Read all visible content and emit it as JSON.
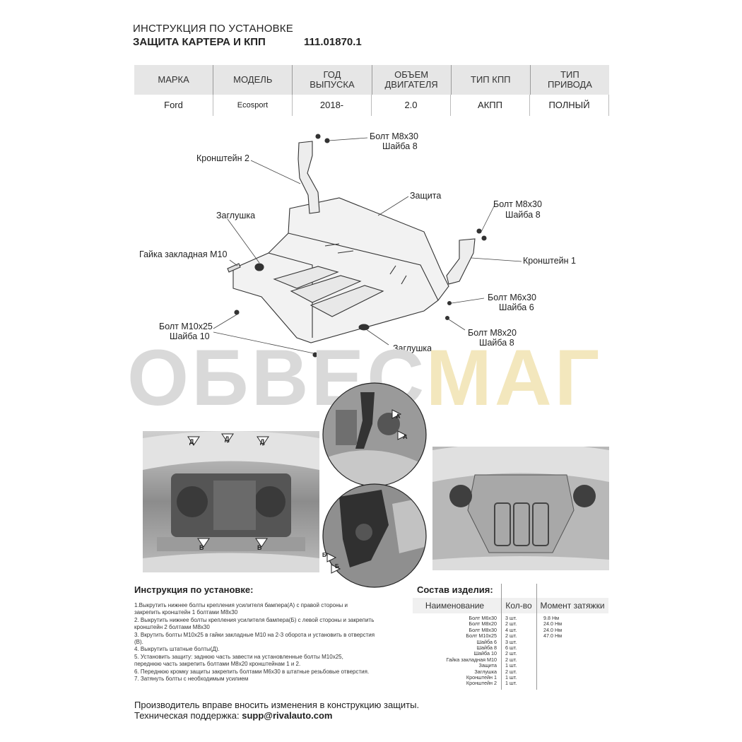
{
  "header": {
    "line1": "ИНСТРУКЦИЯ ПО УСТАНОВКЕ",
    "line2": "ЗАЩИТА КАРТЕРА И КПП",
    "code": "111.01870.1"
  },
  "spec_table": {
    "headers": [
      "МАРКА",
      "МОДЕЛЬ",
      "ГОД\nВЫПУСКА",
      "ОБЪЕМ\nДВИГАТЕЛЯ",
      "ТИП КПП",
      "ТИП\nПРИВОДА"
    ],
    "row": [
      "Ford",
      "Ecosport",
      "2018-",
      "2.0",
      "АКПП",
      "ПОЛНЫЙ"
    ]
  },
  "callouts": {
    "bolt_m8x30_top": "Болт М8х30",
    "washer_8_top": "Шайба 8",
    "bracket_2": "Кронштейн 2",
    "shield": "Защита",
    "plug_left": "Заглушка",
    "bolt_m8x30_right": "Болт М8х30",
    "washer_8_right": "Шайба 8",
    "nut_m10": "Гайка закладная М10",
    "bracket_1": "Кронштейн 1",
    "bolt_m6x30": "Болт М6х30",
    "washer_6": "Шайба 6",
    "bolt_m10x25": "Болт М10х25",
    "washer_10": "Шайба 10",
    "bolt_m8x20": "Болт М8х20",
    "washer_8_low": "Шайба 8",
    "plug_bottom": "Заглушка"
  },
  "photo_labels": {
    "d": "Д",
    "b": "В",
    "a": "А",
    "bb": "Б"
  },
  "instructions": {
    "title": "Инструкция по установке:",
    "steps": [
      "1.Выкрутить нижнее болты крепления усилителя бампера(А) с правой стороны и",
      "закрепить кронштейн 1 болтами М8х30",
      "2. Выкрутить нижнее болты крепления усилителя бампера(Б) с левой стороны и закрепить",
      "кронштейн 2 болтами М8х30",
      "3. Вкрутить болты М10х25 в гайки закладные М10 на 2-3 оборота и установить в отверстия",
      "(В).",
      "4. Выкрутить штатные болты(Д).",
      "5. Установить защиту: заднюю часть завести на установленные болты М10х25,",
      "переднюю часть закрепить болтами М8х20 кронштейнам 1 и 2.",
      "6. Переднюю кромку защиты закрепить болтами М6х30 в штатные резьбовые отверстия.",
      "7. Затянуть болты с необходимым усилием"
    ]
  },
  "composition": {
    "title": "Состав изделия:",
    "headers": [
      "Наименование",
      "Кол-во",
      "Момент затяжки"
    ],
    "rows": [
      [
        "Болт М6х30",
        "3 шт.",
        "9.8 Нм"
      ],
      [
        "Болт М8х20",
        "2 шт.",
        "24.0 Нм"
      ],
      [
        "Болт М8х30",
        "4 шт.",
        "24.0 Нм"
      ],
      [
        "Болт М10х25",
        "2 шт.",
        "47.0 Нм"
      ],
      [
        "Шайба 6",
        "3 шт.",
        ""
      ],
      [
        "Шайба 8",
        "6 шт.",
        ""
      ],
      [
        "Шайба 10",
        "2 шт.",
        ""
      ],
      [
        "Гайка закладная М10",
        "2 шт.",
        ""
      ],
      [
        "Защита",
        "1 шт.",
        ""
      ],
      [
        "Заглушка",
        "2 шт.",
        ""
      ],
      [
        "Кронштейн 1",
        "1 шт.",
        ""
      ],
      [
        "Кронштейн 2",
        "1 шт.",
        ""
      ]
    ]
  },
  "footer": {
    "line1": "Производитель вправе вносить изменения в конструкцию защиты.",
    "support_label": "Техническая поддержка:",
    "support_email": "supp@rivalauto.com"
  },
  "watermark": {
    "part1": "ОБВЕС",
    "part2": "МАГ",
    "color1": "#d9d9d9",
    "color2": "#f3e7bd"
  }
}
